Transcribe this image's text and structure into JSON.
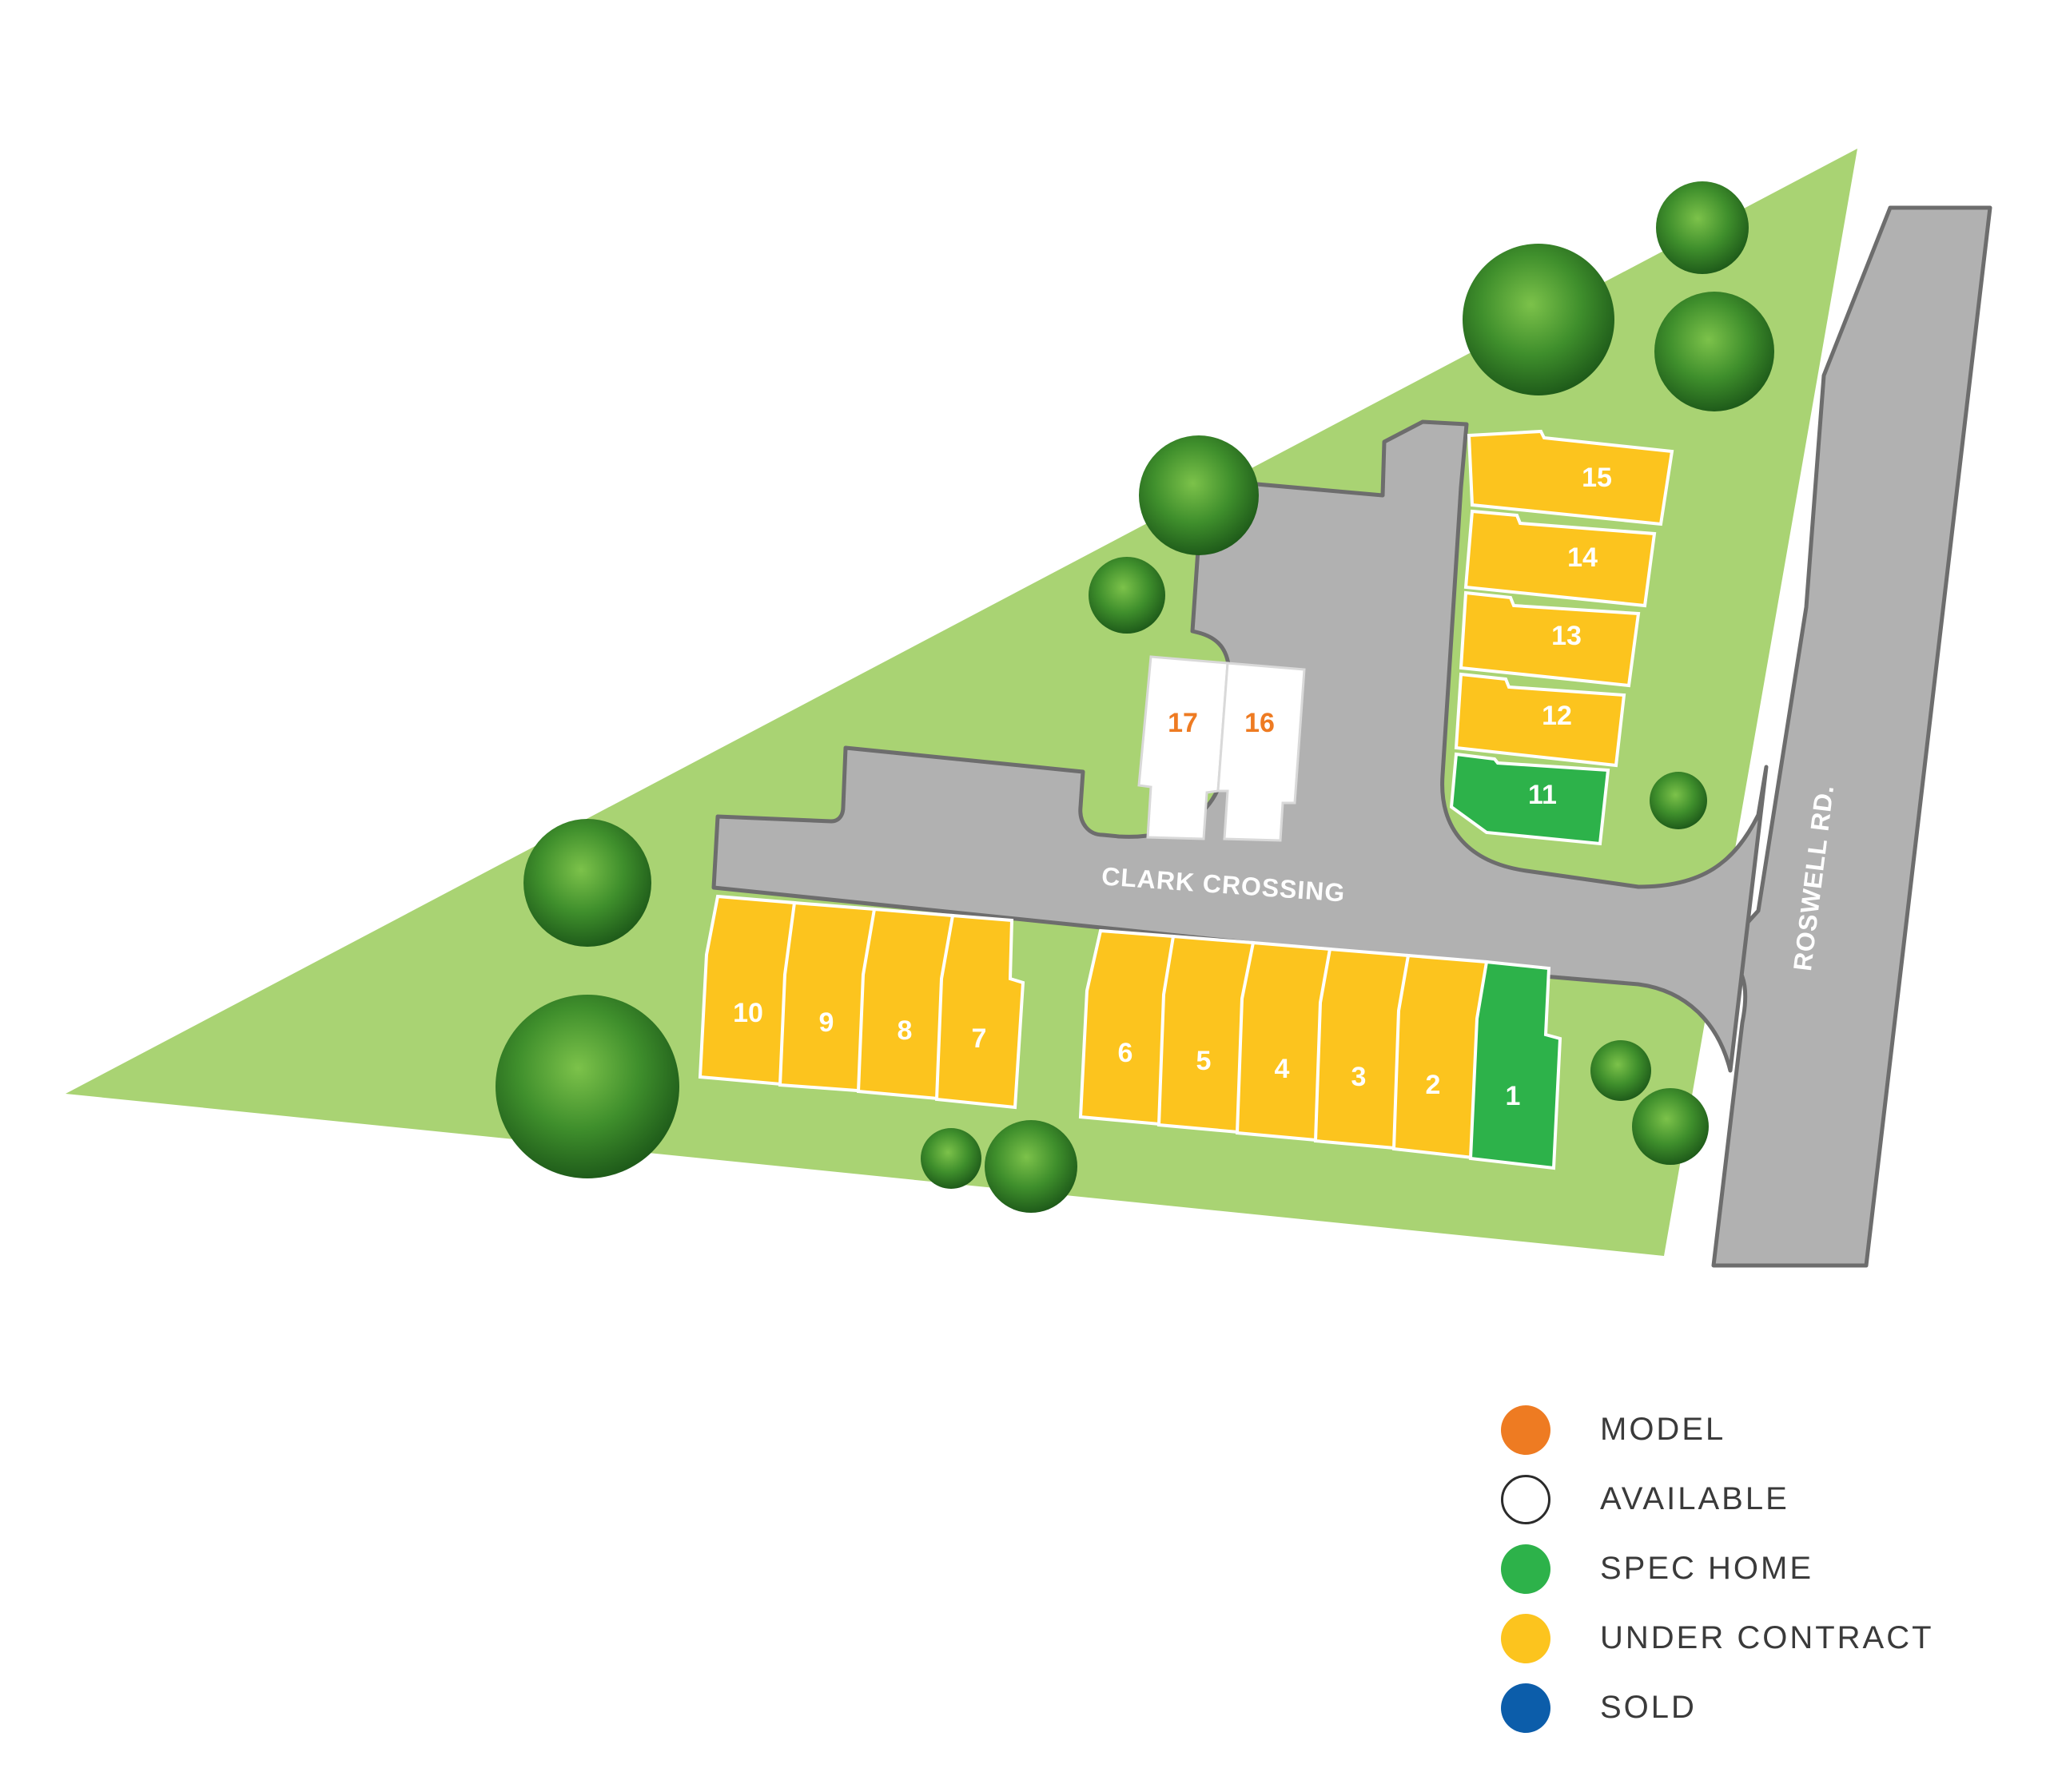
{
  "streets": {
    "clark_crossing": "CLARK CROSSING",
    "roswell_rd": "ROSWELL RD."
  },
  "status_colors": {
    "model": "#EE7B22",
    "available": "#FFFFFF",
    "spec_home": "#2DB24A",
    "under_contract": "#FCC41E",
    "sold": "#0C5DAA"
  },
  "lots": [
    {
      "number": "1",
      "status": "spec_home"
    },
    {
      "number": "2",
      "status": "under_contract"
    },
    {
      "number": "3",
      "status": "under_contract"
    },
    {
      "number": "4",
      "status": "under_contract"
    },
    {
      "number": "5",
      "status": "under_contract"
    },
    {
      "number": "6",
      "status": "under_contract"
    },
    {
      "number": "7",
      "status": "under_contract"
    },
    {
      "number": "8",
      "status": "under_contract"
    },
    {
      "number": "9",
      "status": "under_contract"
    },
    {
      "number": "10",
      "status": "under_contract"
    },
    {
      "number": "11",
      "status": "spec_home"
    },
    {
      "number": "12",
      "status": "under_contract"
    },
    {
      "number": "13",
      "status": "under_contract"
    },
    {
      "number": "14",
      "status": "under_contract"
    },
    {
      "number": "15",
      "status": "under_contract"
    },
    {
      "number": "16",
      "status": "available"
    },
    {
      "number": "17",
      "status": "available"
    }
  ],
  "legend": [
    {
      "key": "model",
      "label": "MODEL"
    },
    {
      "key": "available",
      "label": "AVAILABLE"
    },
    {
      "key": "spec_home",
      "label": "SPEC HOME"
    },
    {
      "key": "under_contract",
      "label": "UNDER CONTRACT"
    },
    {
      "key": "sold",
      "label": "SOLD"
    }
  ]
}
